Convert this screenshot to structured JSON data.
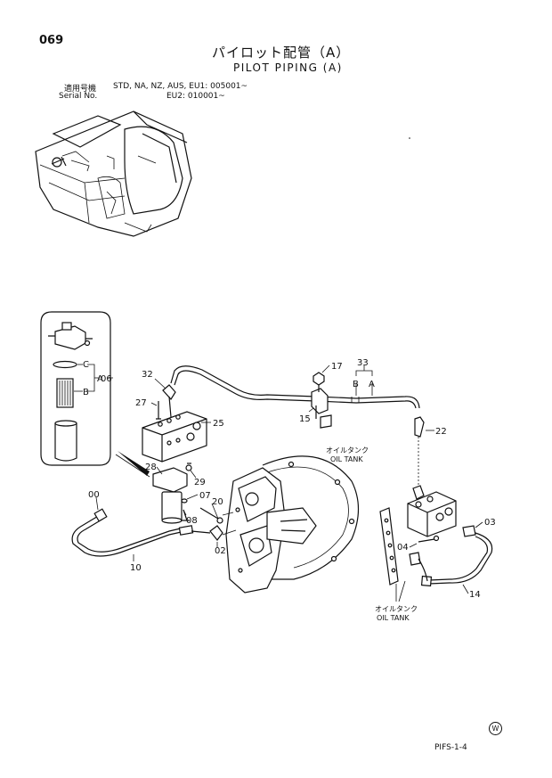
{
  "page": {
    "number": "069",
    "footer_code": "PIFS-1-4",
    "mark": "W"
  },
  "title": {
    "jp": "パイロット配管（A）",
    "en": "PILOT PIPING (A)"
  },
  "applicability": {
    "label": "適用号機",
    "models": "STD, NA, NZ, AUS, EU1: 005001~",
    "serial_label": "Serial No.",
    "eu2": "EU2: 010001~"
  },
  "callouts": {
    "c06": "06",
    "c32": "32",
    "c27": "27",
    "c25": "25",
    "c28": "28",
    "c29": "29",
    "c00": "00",
    "c07": "07",
    "c08": "08",
    "c20": "20",
    "c02": "02",
    "c10": "10",
    "c17": "17",
    "c33": "33",
    "c15": "15",
    "c22": "22",
    "c03": "03",
    "c04": "04",
    "c14": "14",
    "A": "A",
    "B": "B",
    "C": "C"
  },
  "notes": {
    "oil_tank_jp": "オイルタンク",
    "oil_tank_en": "OIL TANK"
  }
}
